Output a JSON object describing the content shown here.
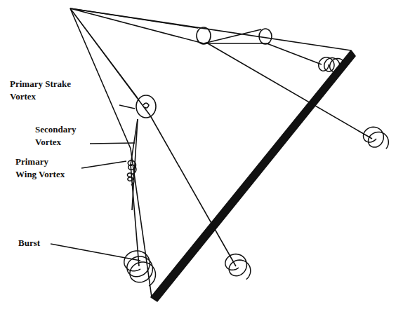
{
  "diagram": {
    "labels": [
      "Primary Strake Vortex",
      "Secondary Vortex",
      "Primary Wing Vortex",
      "Burst"
    ]
  }
}
